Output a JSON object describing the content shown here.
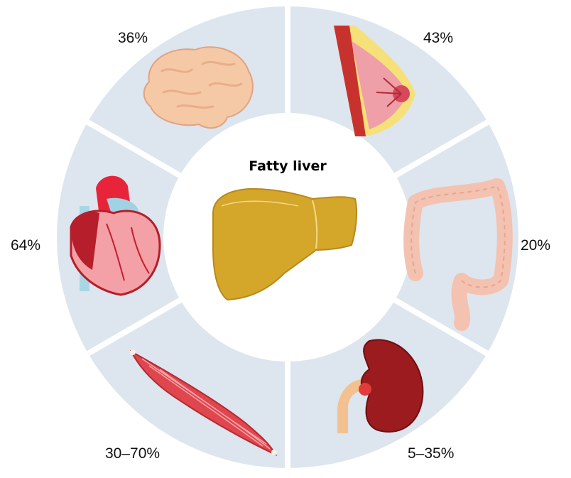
{
  "center": {
    "title": "Fatty liver",
    "organ_icon": "liver-icon"
  },
  "segments": [
    {
      "organ": "brain",
      "icon": "brain-icon",
      "value": "36%"
    },
    {
      "organ": "breast",
      "icon": "breast-icon",
      "value": "43%"
    },
    {
      "organ": "colon",
      "icon": "colon-icon",
      "value": "20%"
    },
    {
      "organ": "kidney",
      "icon": "kidney-icon",
      "value": "5–35%"
    },
    {
      "organ": "muscle",
      "icon": "muscle-icon",
      "value": "30–70%"
    },
    {
      "organ": "heart",
      "icon": "heart-icon",
      "value": "64%"
    }
  ],
  "colors": {
    "ring": "#dde5ee",
    "center": "#ffffff",
    "liver": "#d4a62a",
    "brain": "#f5c9a6",
    "heart": "#e8243a",
    "kidney": "#9b1b1e",
    "muscle": "#e0464e",
    "colon": "#f4c2b0",
    "breast": "#f0a7a7"
  }
}
